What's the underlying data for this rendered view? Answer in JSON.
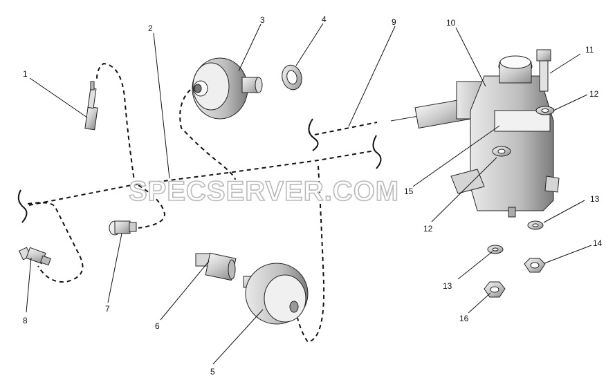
{
  "watermark": "SPECSERVER.COM",
  "callouts": {
    "c1": "1",
    "c2": "2",
    "c3": "3",
    "c4": "4",
    "c5": "5",
    "c6": "6",
    "c7": "7",
    "c8": "8",
    "c9": "9",
    "c10": "10",
    "c11": "11",
    "c12a": "12",
    "c12b": "12",
    "c13a": "13",
    "c13b": "13",
    "c14": "14",
    "c15": "15",
    "c16": "16"
  }
}
